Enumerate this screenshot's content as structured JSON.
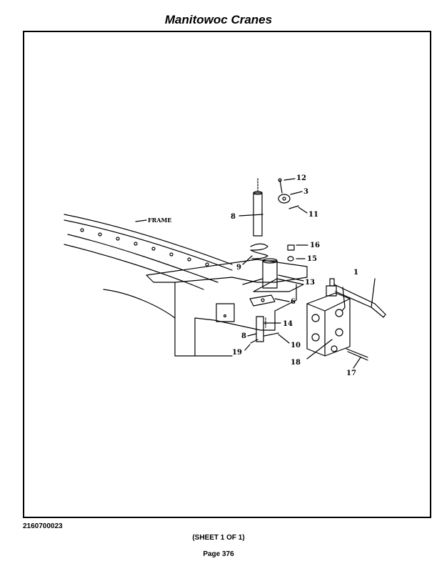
{
  "header": {
    "title": "Manitowoc Cranes"
  },
  "drawing": {
    "frame_label": "FRAME",
    "callouts": {
      "c1": "1",
      "c3": "3",
      "c6": "6",
      "c8a": "8",
      "c8b": "8",
      "c9": "9",
      "c10": "10",
      "c11": "11",
      "c12": "12",
      "c13": "13",
      "c14": "14",
      "c15": "15",
      "c16": "16",
      "c17": "17",
      "c18": "18",
      "c19": "19"
    }
  },
  "footer": {
    "doc_number": "2160700023",
    "sheet": "(SHEET 1 OF 1)",
    "page": "Page 376"
  }
}
